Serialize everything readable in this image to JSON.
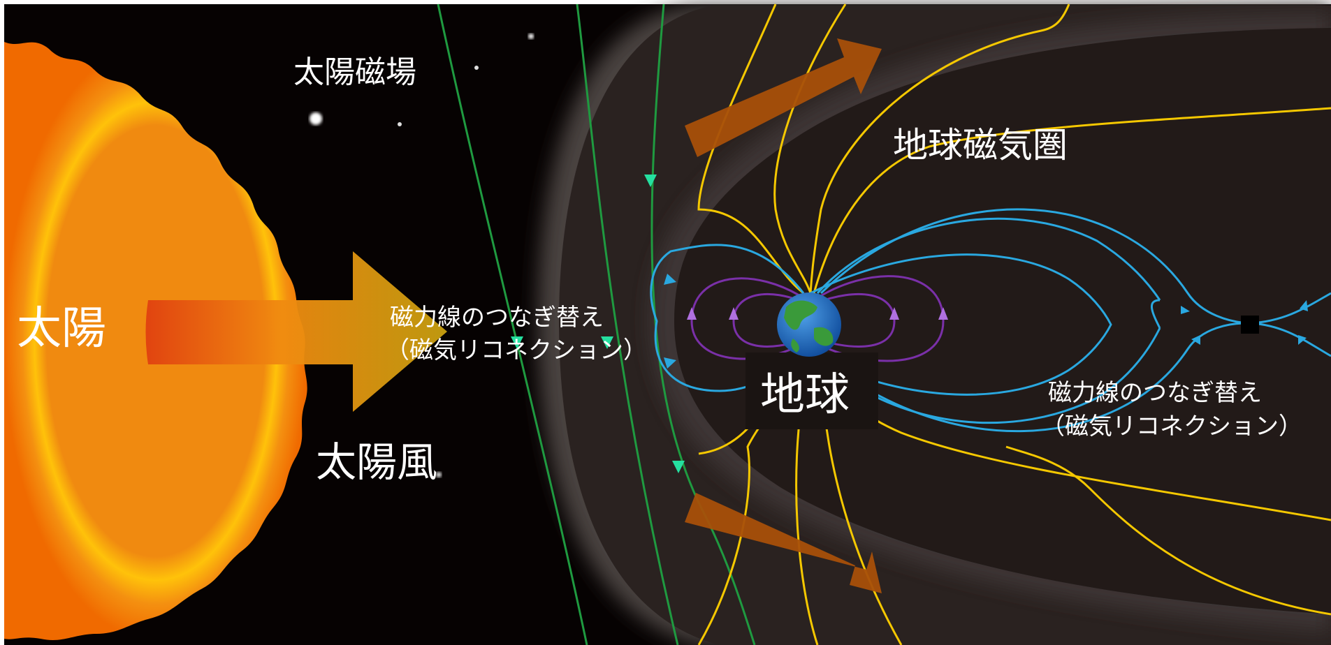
{
  "labels": {
    "sun": "太陽",
    "solar_magnetic_field": "太陽磁場",
    "solar_wind": "太陽風",
    "magnetosphere": "地球磁気圏",
    "earth": "地球",
    "reconnection_day_line1": "磁力線のつなぎ替え",
    "reconnection_day_line2": "（磁気リコネクション）",
    "reconnection_tail_line1": "磁力線のつなぎ替え",
    "reconnection_tail_line2": "（磁気リコネクション）"
  },
  "colors": {
    "background": "#050202",
    "sun_outer": "#f07000",
    "sun_glow": "#ffc000",
    "solar_wind_arrow": "#d4a010",
    "imf_lines": "#1f9a40",
    "imf_arrows": "#25e0a0",
    "magnetopause_lines": "#f5c800",
    "closed_field_lines": "#2aa8e0",
    "inner_field_lines": "#7a30a8",
    "flow_arrows": "#a8500a",
    "earth_ocean": "#1a6ac8",
    "earth_land": "#3a9a3a",
    "text": "#ffffff"
  },
  "icons": [
    "sun-icon",
    "earth-icon",
    "star-icon",
    "x-point-marker-icon"
  ]
}
